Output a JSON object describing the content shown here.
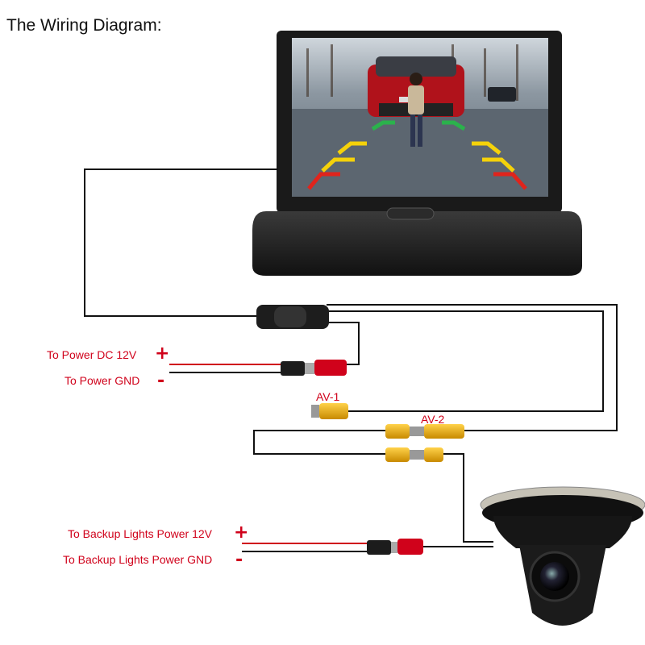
{
  "title": "The Wiring Diagram:",
  "labels": {
    "power_dc": "To Power DC 12V",
    "power_gnd": "To Power GND",
    "av1": "AV-1",
    "av2": "AV-2",
    "backup_power": "To Backup Lights Power 12V",
    "backup_gnd": "To Backup Lights Power GND"
  },
  "signs": {
    "plus": "+",
    "minus": "-"
  },
  "colors": {
    "label": "#d0021b",
    "wire": "#111111",
    "red_wire": "#d0021b",
    "connector": "#f4b400"
  }
}
